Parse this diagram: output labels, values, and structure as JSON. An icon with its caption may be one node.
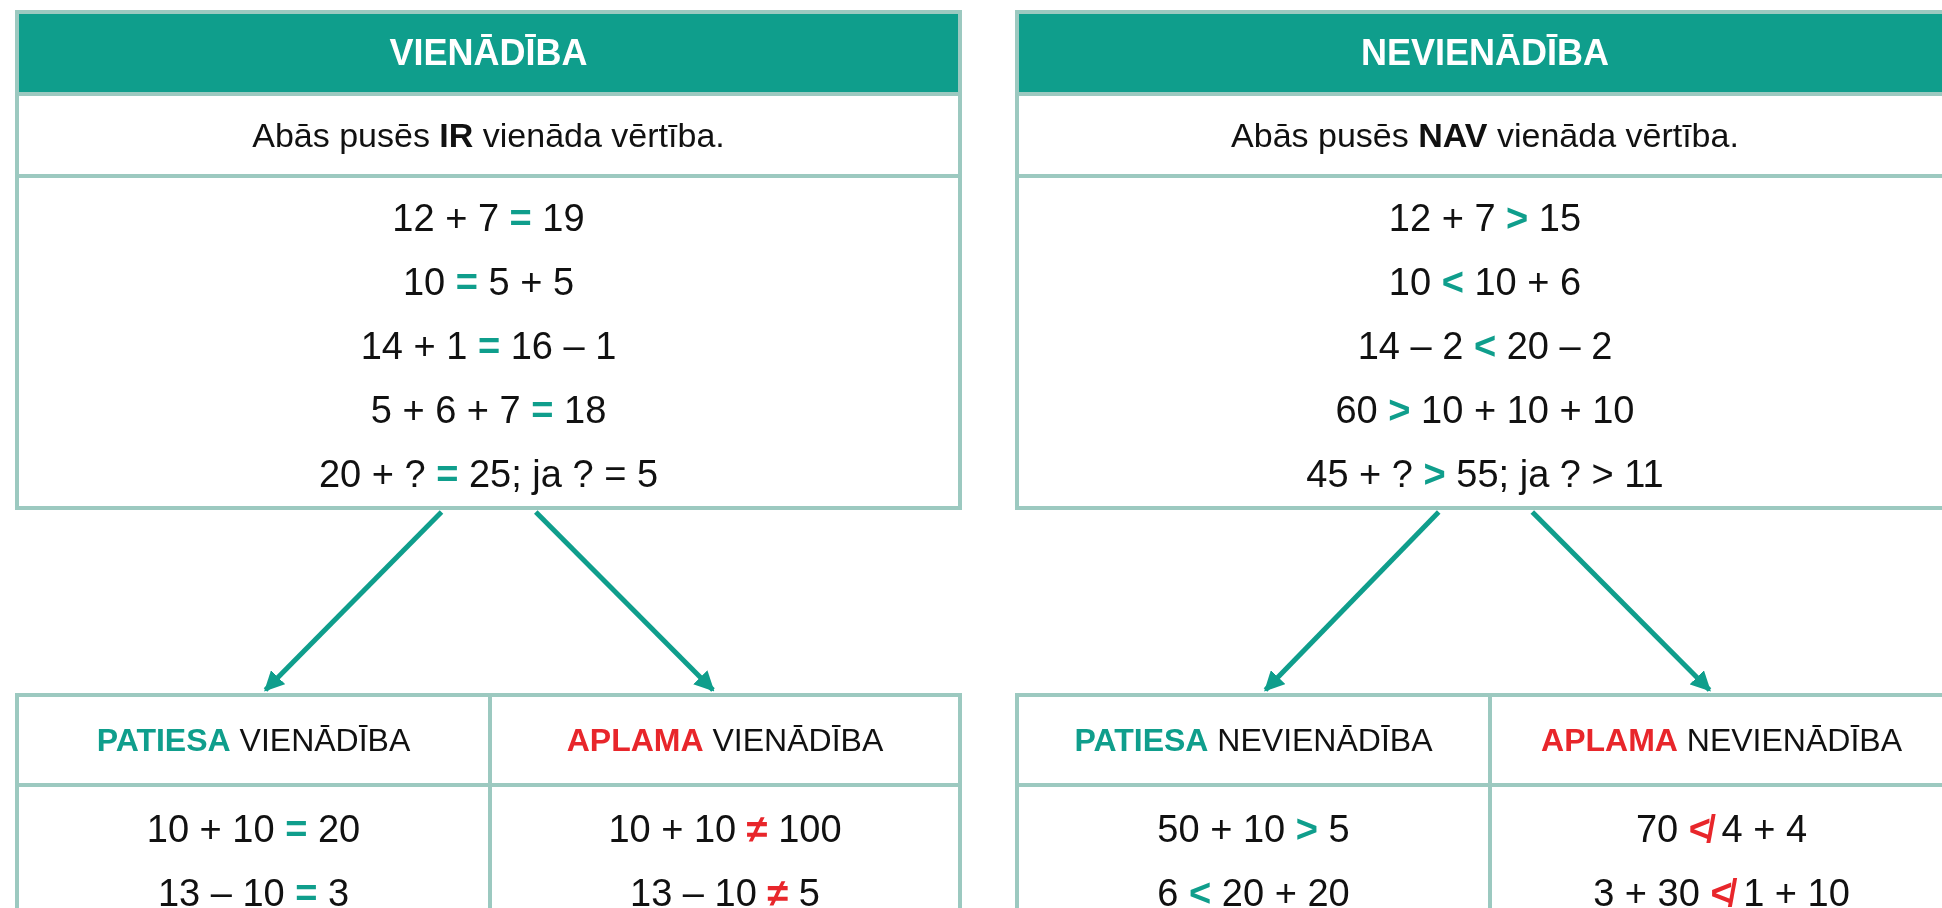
{
  "diagram": {
    "nodes": [
      {
        "text": [
          "VIENĀDĪBA",
          "Abās pusēs **IR** vienāda vērtība.",
          "12 + 7 **=** 19",
          "10 **=** 5 + 5",
          "14 + 1 **=** 16 – 1",
          "5 + 6 + 7 **=** 18",
          "20 + ? **=** 25; ja ? = 5"
        ]
      },
      {
        "text": [
          "NEVIENĀDĪBA",
          "Abās pusēs **NAV** vienāda vērtība.",
          "12 + 7 **>** 15",
          "10 **<** 10 + 6",
          "14 – 2 **<** 20 – 2",
          "60 **>** 10 + 10 + 10",
          "45 + ? **>** 55; ja ? > 11"
        ]
      },
      {
        "text": [
          "**PATIESA** VIENĀDĪBA",
          "10 + 10 **=** 20",
          "13 – 10 **=** 3"
        ]
      },
      {
        "text": [
          "**APLAMA** VIENĀDĪBA",
          "10 + 10 **≠** 100",
          "13 – 10 **≠** 5"
        ]
      },
      {
        "text": [
          "**PATIESA** NEVIENĀDĪBA",
          "50 + 10 **>** 5",
          "6 **<** 20 + 20"
        ]
      },
      {
        "text": [
          "**APLAMA** NEVIENĀDĪBA",
          "70 **≮** 4 + 4",
          "3 + 30 **≮** 1 + 10"
        ]
      }
    ],
    "edges": [
      {
        "from": 0,
        "to": 2,
        "arrow": "to"
      },
      {
        "from": 0,
        "to": 3,
        "arrow": "to"
      },
      {
        "from": 1,
        "to": 4,
        "arrow": "to"
      },
      {
        "from": 1,
        "to": 5,
        "arrow": "to"
      }
    ]
  }
}
